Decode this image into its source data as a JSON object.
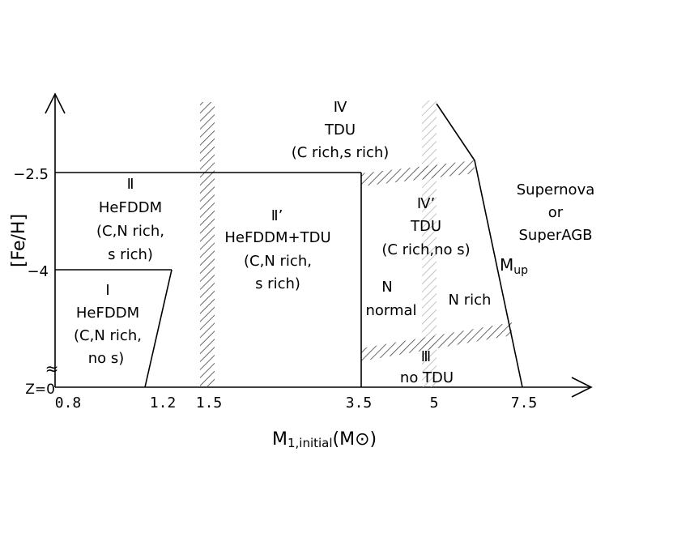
{
  "axes": {
    "x_label_main": "M",
    "x_label_sub": "1,initial",
    "x_label_unit": "(M⊙)",
    "y_label": "[Fe/H]",
    "x_ticks": [
      {
        "label": "0.8"
      },
      {
        "label": "1.2"
      },
      {
        "label": "1.5"
      },
      {
        "label": "3.5"
      },
      {
        "label": "5"
      },
      {
        "label": "7.5"
      }
    ],
    "y_ticks": [
      {
        "label": "−2.5"
      },
      {
        "label": "−4"
      },
      {
        "label": "Z=0"
      }
    ],
    "y_break_symbol": "≈"
  },
  "regions": {
    "r1": {
      "numeral": "Ⅰ",
      "lines": [
        "HeFDDM",
        "(C,N rich,",
        "no s)"
      ]
    },
    "r2": {
      "numeral": "Ⅱ",
      "lines": [
        "HeFDDM",
        "(C,N rich,",
        "s rich)"
      ]
    },
    "r2p": {
      "numeral": "Ⅱ’",
      "lines": [
        "HeFDDM+TDU",
        "(C,N rich,",
        "s rich)"
      ]
    },
    "r3": {
      "numeral": "Ⅲ",
      "lines": [
        "no TDU"
      ]
    },
    "r4": {
      "numeral": "Ⅳ",
      "lines": [
        "TDU",
        "(C rich,s rich)"
      ]
    },
    "r4p": {
      "numeral": "Ⅳ’",
      "lines": [
        "TDU",
        "(C rich,no s)"
      ]
    },
    "n_normal": {
      "lines": [
        "N",
        "normal"
      ]
    },
    "n_rich": {
      "lines": [
        "N rich"
      ]
    },
    "supernova": {
      "lines": [
        "Supernova",
        "or",
        "SuperAGB"
      ]
    },
    "mup": {
      "main": "M",
      "sub": "up"
    }
  }
}
